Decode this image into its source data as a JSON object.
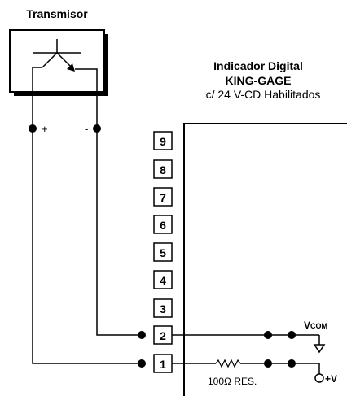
{
  "transmitter": {
    "label": "Transmisor",
    "plus": "+",
    "minus": "-"
  },
  "indicator": {
    "line1": "Indicador Digital",
    "line2": "KING-GAGE",
    "line3": "c/ 24 V-CD Habilitados"
  },
  "terminals": [
    "9",
    "8",
    "7",
    "6",
    "5",
    "4",
    "3",
    "2",
    "1"
  ],
  "labels": {
    "vcom_main": "V",
    "vcom_sub": "COM",
    "resistor": "100Ω RES.",
    "plus_v": "+V"
  }
}
